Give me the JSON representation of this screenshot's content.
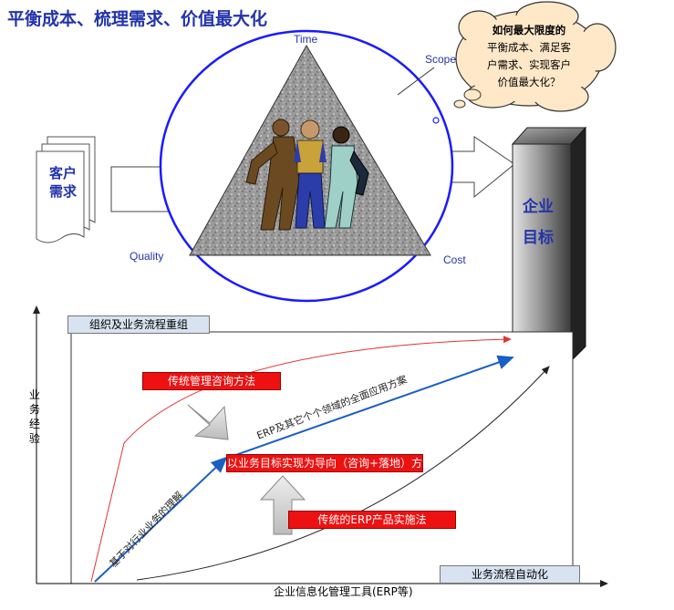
{
  "title": "平衡成本、梳理需求、价值最大化",
  "triangle": {
    "top_label": "Time",
    "scope_label": "Scope",
    "left_label": "Quality",
    "right_label": "Cost"
  },
  "thought_cloud": {
    "line1": "如何最大限度的",
    "line2": "平衡成本、满足客",
    "line3": "户需求、实现客户",
    "line4": "价值最大化？"
  },
  "customer_doc": {
    "label": "客户需求"
  },
  "enterprise_pillar": {
    "label": "企业目标"
  },
  "boxes": {
    "org_restructure": "组织及业务流程重组",
    "traditional_consulting": "传统管理咨询方法",
    "goal_oriented": "以业务目标实现为导向（咨询+落地）方法",
    "traditional_erp": "传统的ERP产品实施法",
    "process_automation": "业务流程自动化"
  },
  "diagonal_labels": {
    "erp_full": "ERP及其它个个领域的全面应用方案",
    "industry_understanding": "基于对行业业务的理解"
  },
  "axes": {
    "y_label": "业务经验",
    "x_label": "企业信息化管理工具(ERP等)"
  },
  "colors": {
    "title_blue": "#2233aa",
    "circle_blue": "#1a1aff",
    "red_box": "#ee1111",
    "blue_box": "#d8e2f0",
    "cloud_fill": "#ffe8c8"
  }
}
